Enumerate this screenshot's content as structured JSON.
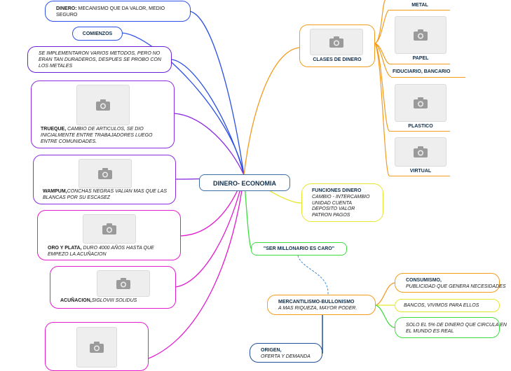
{
  "central": {
    "label": "DINERO- ECONOMIA"
  },
  "left_nodes": {
    "dinero": {
      "title": "DINERO:",
      "text": "MECANISMO QUE DA VALOR, MEDIO SEGURO"
    },
    "comienzos": {
      "title": "COMIENZOS"
    },
    "metodos": {
      "text": "SE IMPLEMENTARON VARIOS METODOS, PERO NO ERAN TAN DURADEROS, DESPUES SE PROBO CON LOS METALES"
    },
    "trueque": {
      "title": "TRUEQUE,",
      "text": " CAMBIO DE ARTICULOS, SE DIO INICIALMENTE ENTRE TRABAJADORES LUEGO ENTRE COMUNIDADES."
    },
    "wampum": {
      "title": "WAMPUM,",
      "text": "CONCHAS NEGRAS VALIAN MAS QUE LAS BLANCAS POR SU ESCASEZ"
    },
    "oro": {
      "title": "ORO Y PLATA,",
      "text": " DURO 4000 AÑOS HASTA QUE EMPEZO LA ACUÑACION"
    },
    "acunacion": {
      "title": "ACUÑACION,",
      "text": "SIGLOVIII SOLIDUS"
    }
  },
  "clases": {
    "title": "CLASES DE DINERO",
    "items": [
      "METAL",
      "PAPEL",
      "FIDUCIARIO, BANCARIO",
      "PLASTICO",
      "VIRTUAL"
    ]
  },
  "funciones": {
    "title": "FUNCIONES DINERO",
    "lines": [
      "CAMBIO - INTERCAMBIO",
      "UNIDAD CUENTA",
      "DEPOSITO VALOR",
      "PATRON PAGOS"
    ]
  },
  "millonario": {
    "label": "\"SER MILLONARIO ES CARO\""
  },
  "mercantilismo": {
    "title": "MERCANTILISMO-BULLONISMO",
    "text": "A MAS RIQUEZA, MAYOR PODER."
  },
  "mercantil_children": {
    "consumismo": {
      "title": "CONSUMISMO,",
      "text": "PUBLICIDAD QUE GENERA NECESIDADES"
    },
    "bancos": {
      "text": "BANCOS, VIVIMOS PARA ELLOS"
    },
    "solo": {
      "text": "SOLO EL 5% DE DINERO QUE CIRCULA EN EL MUNDO ES REAL"
    }
  },
  "origen": {
    "title": "ORIGEN,",
    "text": "OFERTA Y DEMANDA"
  },
  "icons": {
    "image_placeholder": "camera-icon"
  },
  "colors": {
    "blue": "#2b50e6",
    "purple": "#8c2be2",
    "magenta": "#e21ad0",
    "orange": "#f29b1d",
    "yellow": "#e6e62e",
    "green": "#3fdc3f",
    "dark_blue": "#1f4f9c",
    "central_border": "#3a6ea5"
  }
}
